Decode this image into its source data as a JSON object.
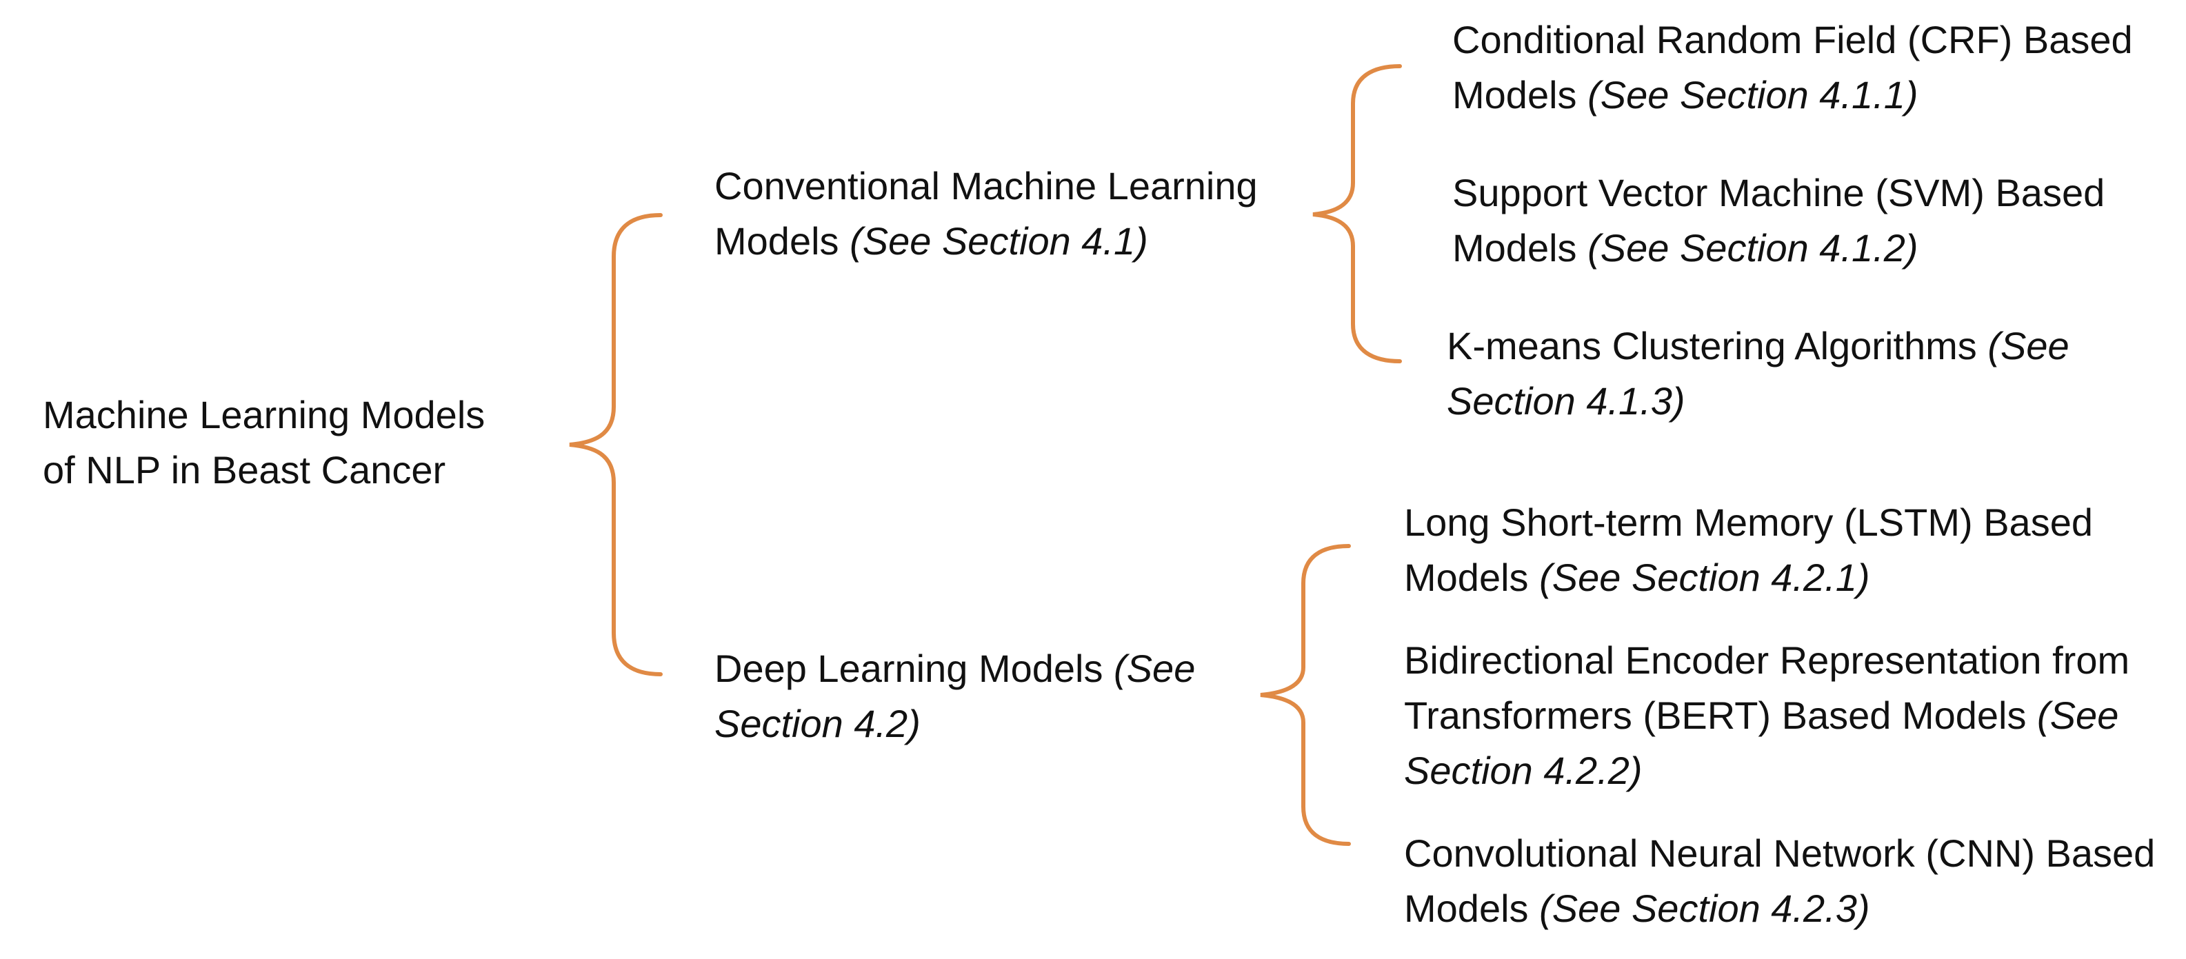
{
  "root": {
    "lines": [
      "Machine Learning Models",
      "of NLP in Beast Cancer"
    ]
  },
  "branches": {
    "conventional": {
      "text": "Conventional Machine Learning Models",
      "ref": "(See Section 4.1)"
    },
    "deep": {
      "text": "Deep Learning Models",
      "ref": "(See Section 4.2)"
    }
  },
  "leaves": {
    "crf": {
      "text": "Conditional Random Field (CRF) Based Models",
      "ref": "(See Section 4.1.1)"
    },
    "svm": {
      "text": "Support Vector Machine (SVM) Based Models",
      "ref": "(See Section 4.1.2)"
    },
    "kmeans": {
      "text": "K-means Clustering Algorithms",
      "ref": "(See Section 4.1.3)"
    },
    "lstm": {
      "text": "Long Short-term Memory (LSTM) Based Models",
      "ref": "(See Section 4.2.1)"
    },
    "bert": {
      "text": "Bidirectional Encoder Representation from Transformers (BERT) Based Models",
      "ref": "(See Section 4.2.2)"
    },
    "cnn": {
      "text": "Convolutional Neural Network (CNN) Based Models",
      "ref": "(See Section 4.2.3)"
    }
  },
  "colors": {
    "bracket": "#E08A45",
    "text": "#111111",
    "background": "#ffffff"
  }
}
